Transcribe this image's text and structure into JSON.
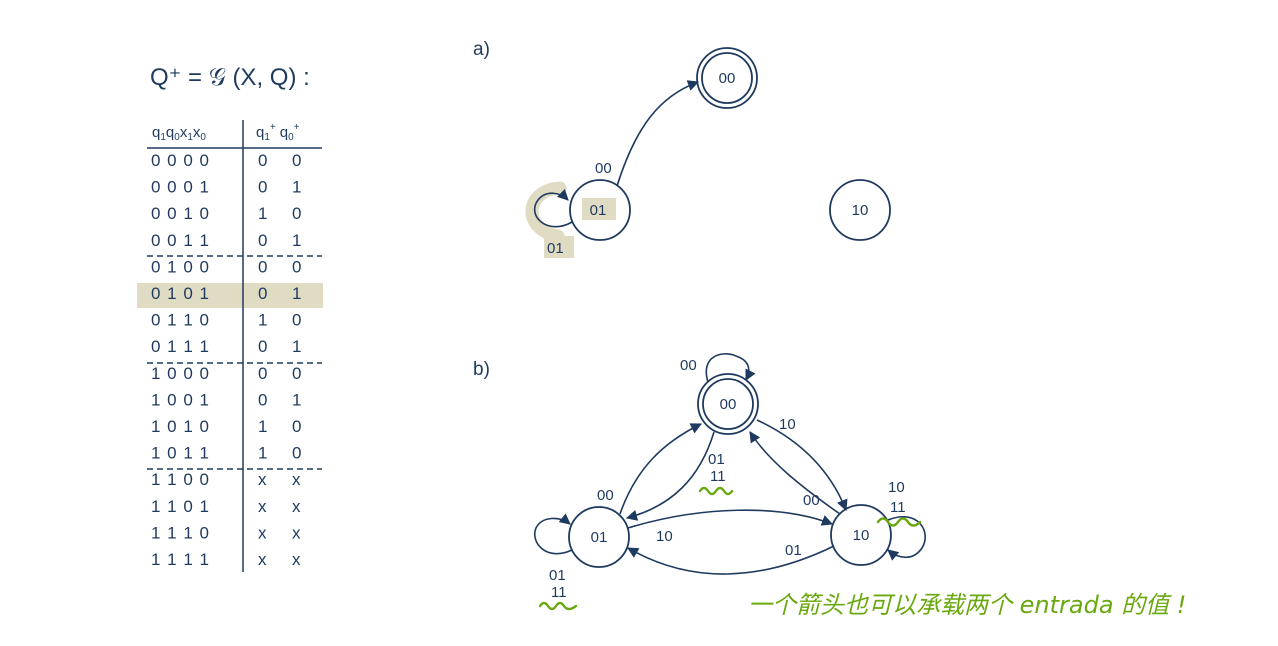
{
  "equation": "Q⁺ = 𝒢 (X, Q) :",
  "table": {
    "headers": {
      "inputs": [
        "q",
        "1",
        "q",
        "0",
        "x",
        "1",
        "x",
        "0"
      ],
      "outputs": [
        "q",
        "1",
        "+",
        "q",
        "0",
        "+"
      ]
    },
    "rows": [
      [
        "0 0 0 0",
        "0",
        "0"
      ],
      [
        "0 0 0 1",
        "0",
        "1"
      ],
      [
        "0 0 1 0",
        "1",
        "0"
      ],
      [
        "0 0 1 1",
        "0",
        "1"
      ],
      [
        "0 1 0 0",
        "0",
        "0"
      ],
      [
        "0 1 0 1",
        "0",
        "1"
      ],
      [
        "0 1 1 0",
        "1",
        "0"
      ],
      [
        "0 1 1 1",
        "0",
        "1"
      ],
      [
        "1 0 0 0",
        "0",
        "0"
      ],
      [
        "1 0 0 1",
        "0",
        "1"
      ],
      [
        "1 0 1 0",
        "1",
        "0"
      ],
      [
        "1 0 1 1",
        "1",
        "0"
      ],
      [
        "1 1 0 0",
        "x",
        "x"
      ],
      [
        "1 1 0 1",
        "x",
        "x"
      ],
      [
        "1 1 1 0",
        "x",
        "x"
      ],
      [
        "1 1 1 1",
        "x",
        "x"
      ]
    ],
    "highlight_row": 5,
    "highlight_color": "#e0dcc4"
  },
  "diagram_a": {
    "label": "a)",
    "states": [
      "00",
      "01",
      "10"
    ],
    "edges": [
      {
        "label": "00"
      },
      {
        "label": "01"
      }
    ]
  },
  "diagram_b": {
    "label": "b)",
    "states": [
      "00",
      "01",
      "10"
    ],
    "edge_labels": {
      "loop_00": "00",
      "e00_10": "10",
      "e00_01_line1": "01",
      "e00_01_line2": "11",
      "e01_00": "00",
      "e10_00": "00",
      "e01_10": "10",
      "e10_01": "01",
      "loop_10_line1": "10",
      "loop_10_line2": "11",
      "loop_01_line1": "01",
      "loop_01_line2": "11"
    }
  },
  "annotation": "一个箭头也可以承载两个 entrada 的值 !",
  "colors": {
    "ink": "#1f3a5f",
    "highlight": "#e0dcc4",
    "handwriting": "#6aa80f"
  }
}
